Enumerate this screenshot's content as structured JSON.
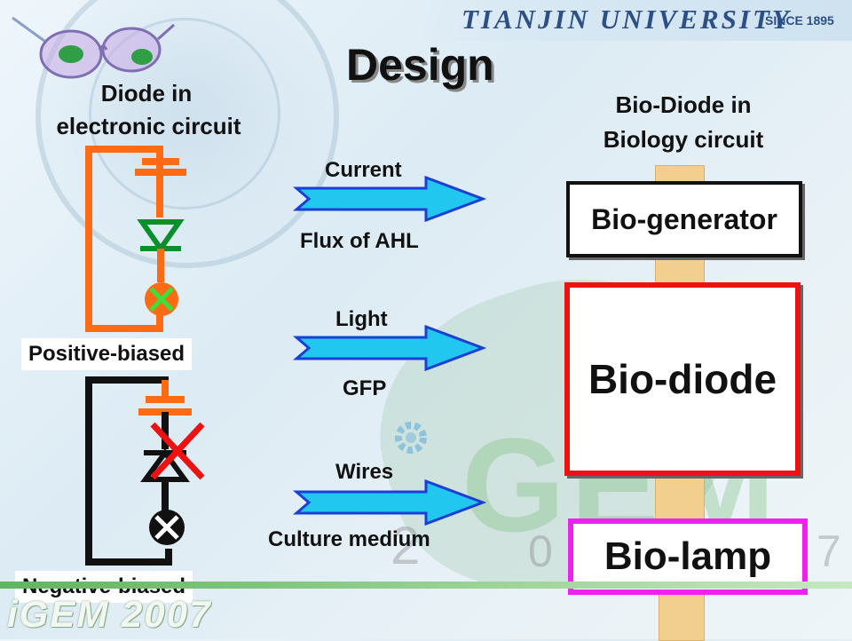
{
  "header": {
    "university": "TIANJIN UNIVERSITY",
    "since": "SINCE 1895"
  },
  "title": "Design",
  "left": {
    "heading_line1": "Diode in",
    "heading_line2": "electronic circuit",
    "positive_label": "Positive-biased",
    "negative_label": "Negative-biased"
  },
  "middle": {
    "arrows": [
      {
        "top": "Current",
        "bottom": "Flux of AHL"
      },
      {
        "top": "Light",
        "bottom": "GFP"
      },
      {
        "top": "Wires",
        "bottom": "Culture medium"
      }
    ]
  },
  "right": {
    "heading_line1": "Bio-Diode in",
    "heading_line2": "Biology circuit",
    "generator": "Bio-generator",
    "diode": "Bio-diode",
    "lamp": "Bio-lamp"
  },
  "footer": {
    "logo": "iGEM 2007"
  },
  "colors": {
    "circuit_orange": "#ff6a14",
    "diode_green": "#0a8f2a",
    "arrow_fill": "#22c7f0",
    "arrow_edge": "#1a3fd4",
    "diode_box_border": "#ee1111",
    "lamp_box_border": "#ee22ee",
    "connector": "#f3cf8f"
  }
}
